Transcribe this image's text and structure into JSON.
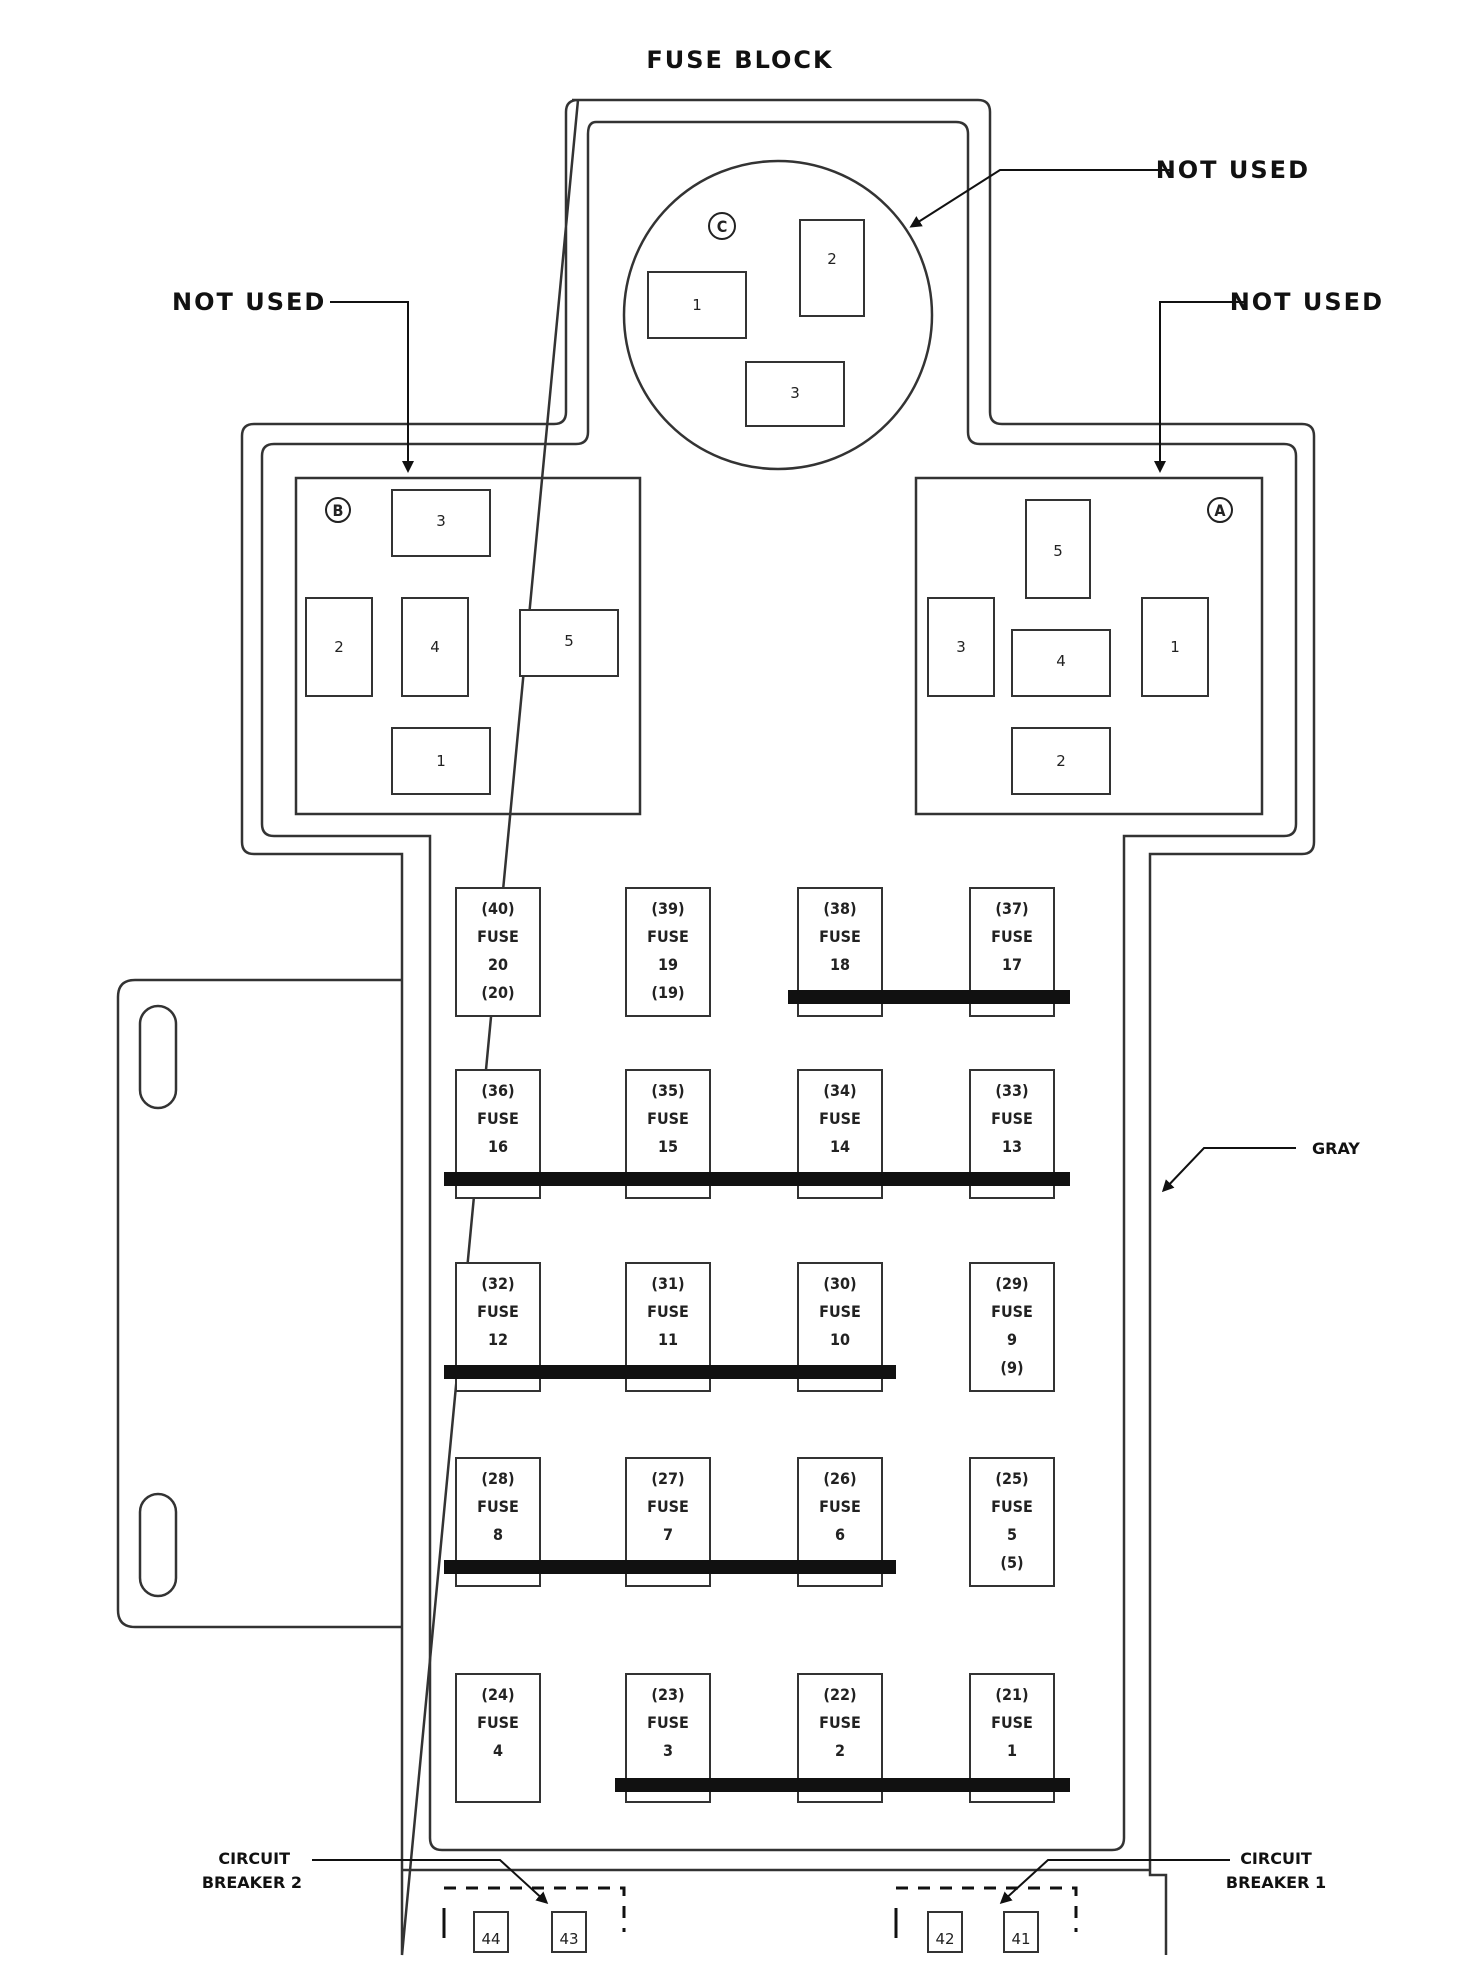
{
  "title": "FUSE BLOCK",
  "labels": {
    "not_used_top": "NOT USED",
    "not_used_left": "NOT USED",
    "not_used_right": "NOT USED",
    "gray": "GRAY",
    "cb2_line1": "CIRCUIT",
    "cb2_line2": "BREAKER 2",
    "cb1_line1": "CIRCUIT",
    "cb1_line2": "BREAKER 1"
  },
  "relay_c": {
    "letter": "C",
    "slots": [
      "1",
      "2",
      "3"
    ]
  },
  "relay_b": {
    "letter": "B",
    "slots": [
      "3",
      "2",
      "4",
      "5",
      "1"
    ]
  },
  "relay_a": {
    "letter": "A",
    "slots": [
      "5",
      "3",
      "4",
      "1",
      "2"
    ]
  },
  "fuses": [
    {
      "cavity": "(40)",
      "word": "FUSE",
      "number": "20",
      "extra": "(20)"
    },
    {
      "cavity": "(39)",
      "word": "FUSE",
      "number": "19",
      "extra": "(19)"
    },
    {
      "cavity": "(38)",
      "word": "FUSE",
      "number": "18",
      "extra": ""
    },
    {
      "cavity": "(37)",
      "word": "FUSE",
      "number": "17",
      "extra": ""
    },
    {
      "cavity": "(36)",
      "word": "FUSE",
      "number": "16",
      "extra": ""
    },
    {
      "cavity": "(35)",
      "word": "FUSE",
      "number": "15",
      "extra": ""
    },
    {
      "cavity": "(34)",
      "word": "FUSE",
      "number": "14",
      "extra": ""
    },
    {
      "cavity": "(33)",
      "word": "FUSE",
      "number": "13",
      "extra": ""
    },
    {
      "cavity": "(32)",
      "word": "FUSE",
      "number": "12",
      "extra": ""
    },
    {
      "cavity": "(31)",
      "word": "FUSE",
      "number": "11",
      "extra": ""
    },
    {
      "cavity": "(30)",
      "word": "FUSE",
      "number": "10",
      "extra": ""
    },
    {
      "cavity": "(29)",
      "word": "FUSE",
      "number": "9",
      "extra": "(9)"
    },
    {
      "cavity": "(28)",
      "word": "FUSE",
      "number": "8",
      "extra": ""
    },
    {
      "cavity": "(27)",
      "word": "FUSE",
      "number": "7",
      "extra": ""
    },
    {
      "cavity": "(26)",
      "word": "FUSE",
      "number": "6",
      "extra": ""
    },
    {
      "cavity": "(25)",
      "word": "FUSE",
      "number": "5",
      "extra": "(5)"
    },
    {
      "cavity": "(24)",
      "word": "FUSE",
      "number": "4",
      "extra": ""
    },
    {
      "cavity": "(23)",
      "word": "FUSE",
      "number": "3",
      "extra": ""
    },
    {
      "cavity": "(22)",
      "word": "FUSE",
      "number": "2",
      "extra": ""
    },
    {
      "cavity": "(21)",
      "word": "FUSE",
      "number": "1",
      "extra": ""
    }
  ],
  "breakers": [
    "44",
    "43",
    "42",
    "41"
  ]
}
